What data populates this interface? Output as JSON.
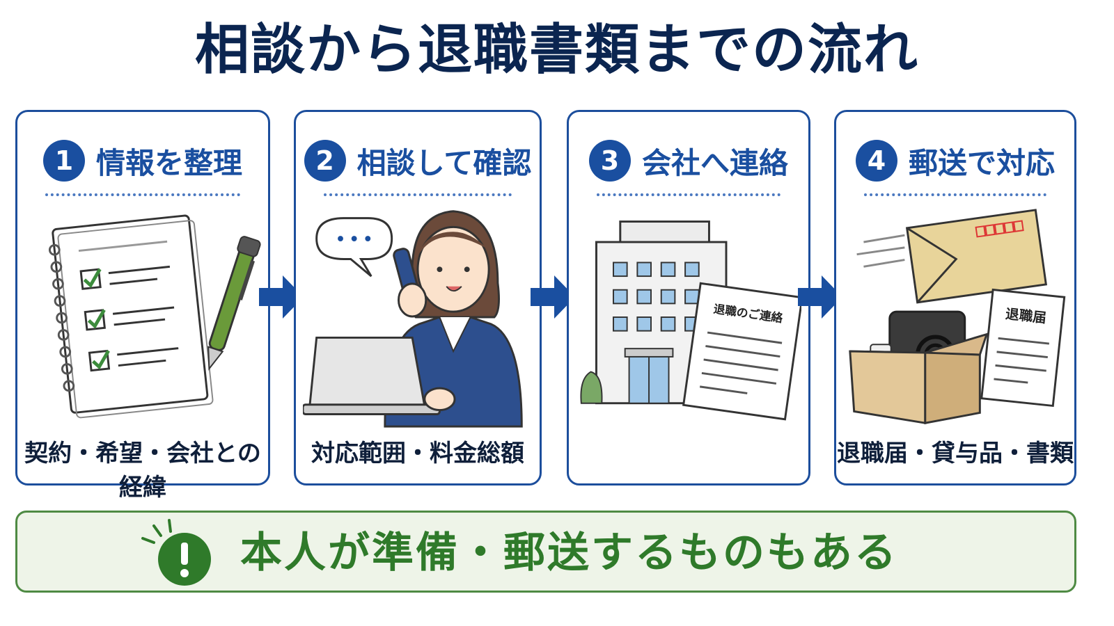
{
  "title": "相談から退職書類までの流れ",
  "steps": [
    {
      "number": "1",
      "title": "情報を整理",
      "caption": "契約・希望・会社との経緯",
      "icon": "checklist-notebook-icon"
    },
    {
      "number": "2",
      "title": "相談して確認",
      "caption": "対応範囲・料金総額",
      "icon": "consultant-phone-icon"
    },
    {
      "number": "3",
      "title": "会社へ連絡",
      "caption": "",
      "icon": "office-building-icon",
      "document_label": "退職のご連絡"
    },
    {
      "number": "4",
      "title": "郵送で対応",
      "caption": "退職届・貸与品・書類",
      "icon": "mail-package-icon",
      "document_label": "退職届"
    }
  ],
  "notice": {
    "text": "本人が準備・郵送するものもある",
    "icon": "exclamation-icon"
  },
  "colors": {
    "primary_blue": "#1a4fa0",
    "title_navy": "#0b2550",
    "notice_green": "#2f7a2a",
    "notice_bg": "#eef4e8",
    "check_green": "#3c8c3c"
  }
}
